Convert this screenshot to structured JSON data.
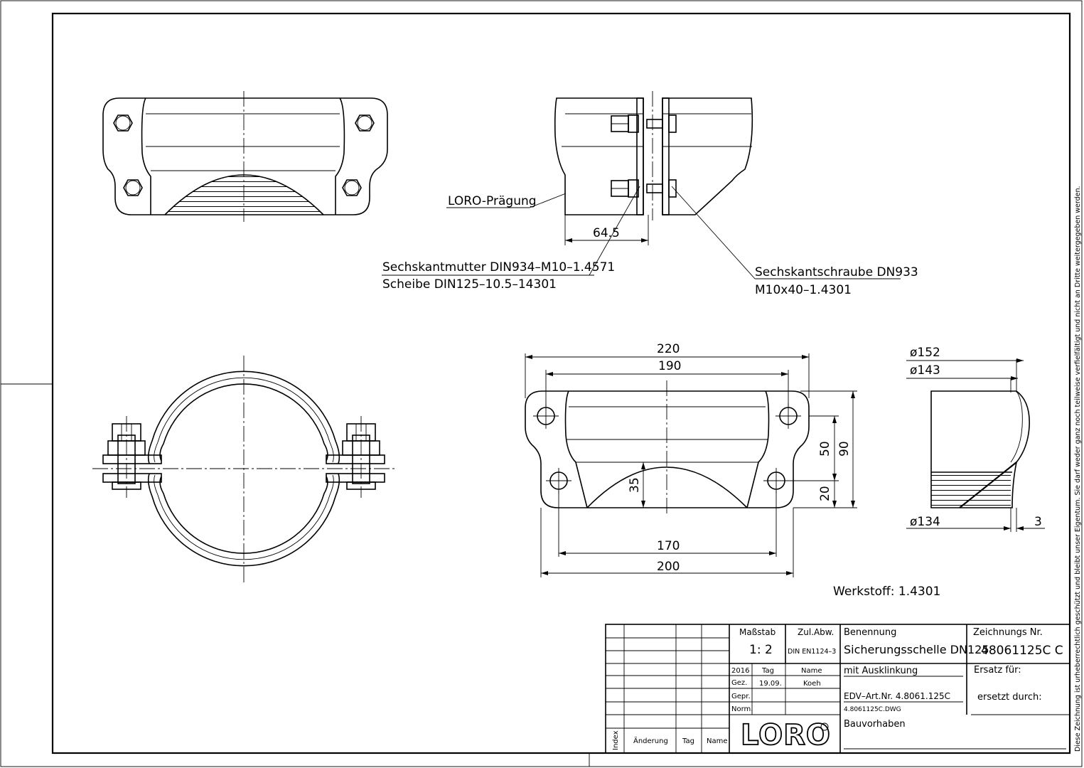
{
  "annotations": {
    "embossing": "LORO-Prägung",
    "dim_645": "64.5",
    "nut_line1": "Sechskantmutter DIN934–M10–1.4571",
    "nut_line2": "Scheibe DIN125–10.5–14301",
    "screw_line1": "Sechskantschraube DN933",
    "screw_line2": "M10x40–1.4301",
    "material": "Werkstoff:  1.4301"
  },
  "dimensions": {
    "d220": "220",
    "d190": "190",
    "d170": "170",
    "d200": "200",
    "d50": "50",
    "d90": "90",
    "d35": "35",
    "d20": "20",
    "dia152": "ø152",
    "dia143": "ø143",
    "dia134": "ø134",
    "d3": "3"
  },
  "title_block": {
    "scale_label": "Maßstab",
    "scale_value": "1: 2",
    "tol_label": "Zul.Abw.",
    "tol_value": "DIN EN1124–3",
    "name_label": "Benennung",
    "name_value": "Sicherungsschelle DN125",
    "name_sub": "mit Ausklinkung",
    "drawing_no_label": "Zeichnungs Nr.",
    "drawing_no": "48061125C C",
    "year": "2016",
    "day_label": "Tag",
    "name_col": "Name",
    "drawn_label": "Gez.",
    "drawn_date": "19.09.",
    "drawn_by": "Koeh",
    "checked_label": "Gepr.",
    "norm_label": "Norm.",
    "edv": "EDV–Art.Nr.  4.8061.125C",
    "dwg": "4.8061125C.DWG",
    "replaces_label": "Ersatz  für:",
    "replaced_by_label": "ersetzt  durch:",
    "project_label": "Bauvorhaben",
    "index_label": "Index",
    "change_label": "Änderung",
    "tag_label": "Tag",
    "name_label2": "Name",
    "logo": "LORO"
  },
  "copyright_note": "Diese Zeichnung ist urheberrechtlich geschützt und bleibt unser Eigentum. Sie darf weder ganz noch teilweise verfielfältigt und nicht an Dritte weitergegeben werden."
}
